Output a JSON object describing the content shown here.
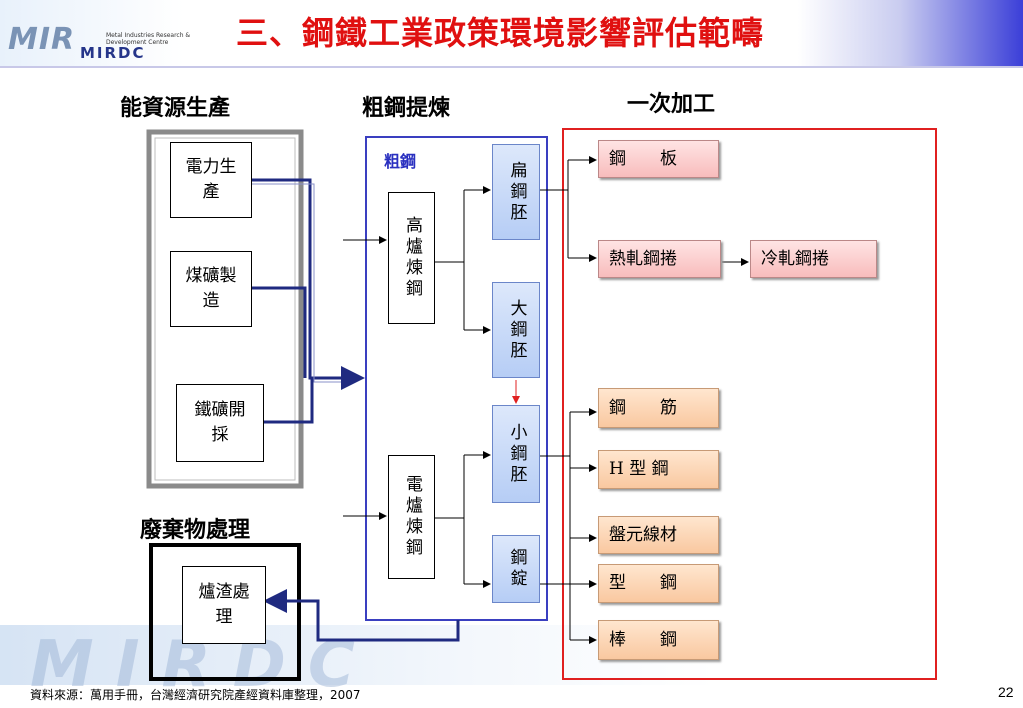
{
  "header": {
    "logo_mark": "MIR",
    "logo_subtitle": "Metal Industries Research & Development Centre",
    "logo_abbr": "MIRDC",
    "title": "三、鋼鐵工業政策環境影響評估範疇"
  },
  "sections": {
    "energy": "能資源生產",
    "crude_steel": "粗鋼提煉",
    "primary_processing": "一次加工",
    "waste": "廢棄物處理"
  },
  "energy_boxes": {
    "power": "電力生產",
    "coal": "煤礦製造",
    "iron_ore": "鐵礦開採"
  },
  "crude_steel_box": {
    "label": "粗鋼",
    "blast_furnace": "高爐煉鋼",
    "electric_furnace": "電爐煉鋼",
    "slab": "扁鋼胚",
    "bloom": "大鋼胚",
    "billet": "小鋼胚",
    "ingot": "鋼錠"
  },
  "products": {
    "plate": "鋼　　板",
    "hot_rolled_coil": "熱軋鋼捲",
    "cold_rolled_coil": "冷軋鋼捲",
    "rebar": "鋼　　筋",
    "h_beam": "H 型 鋼",
    "wire_rod": "盤元線材",
    "section_steel": "型　　鋼",
    "bar": "棒　　鋼"
  },
  "waste_box": {
    "slag": "爐渣處理"
  },
  "footer": {
    "source": "資料來源：萬用手冊，台灣經濟研究院產經資料庫整理，2007",
    "page_number": "22"
  },
  "colors": {
    "title_red": "#e01010",
    "crude_frame_blue": "#3a3fc0",
    "processing_frame_red": "#e02020",
    "connector_navy": "#1f2a80"
  }
}
